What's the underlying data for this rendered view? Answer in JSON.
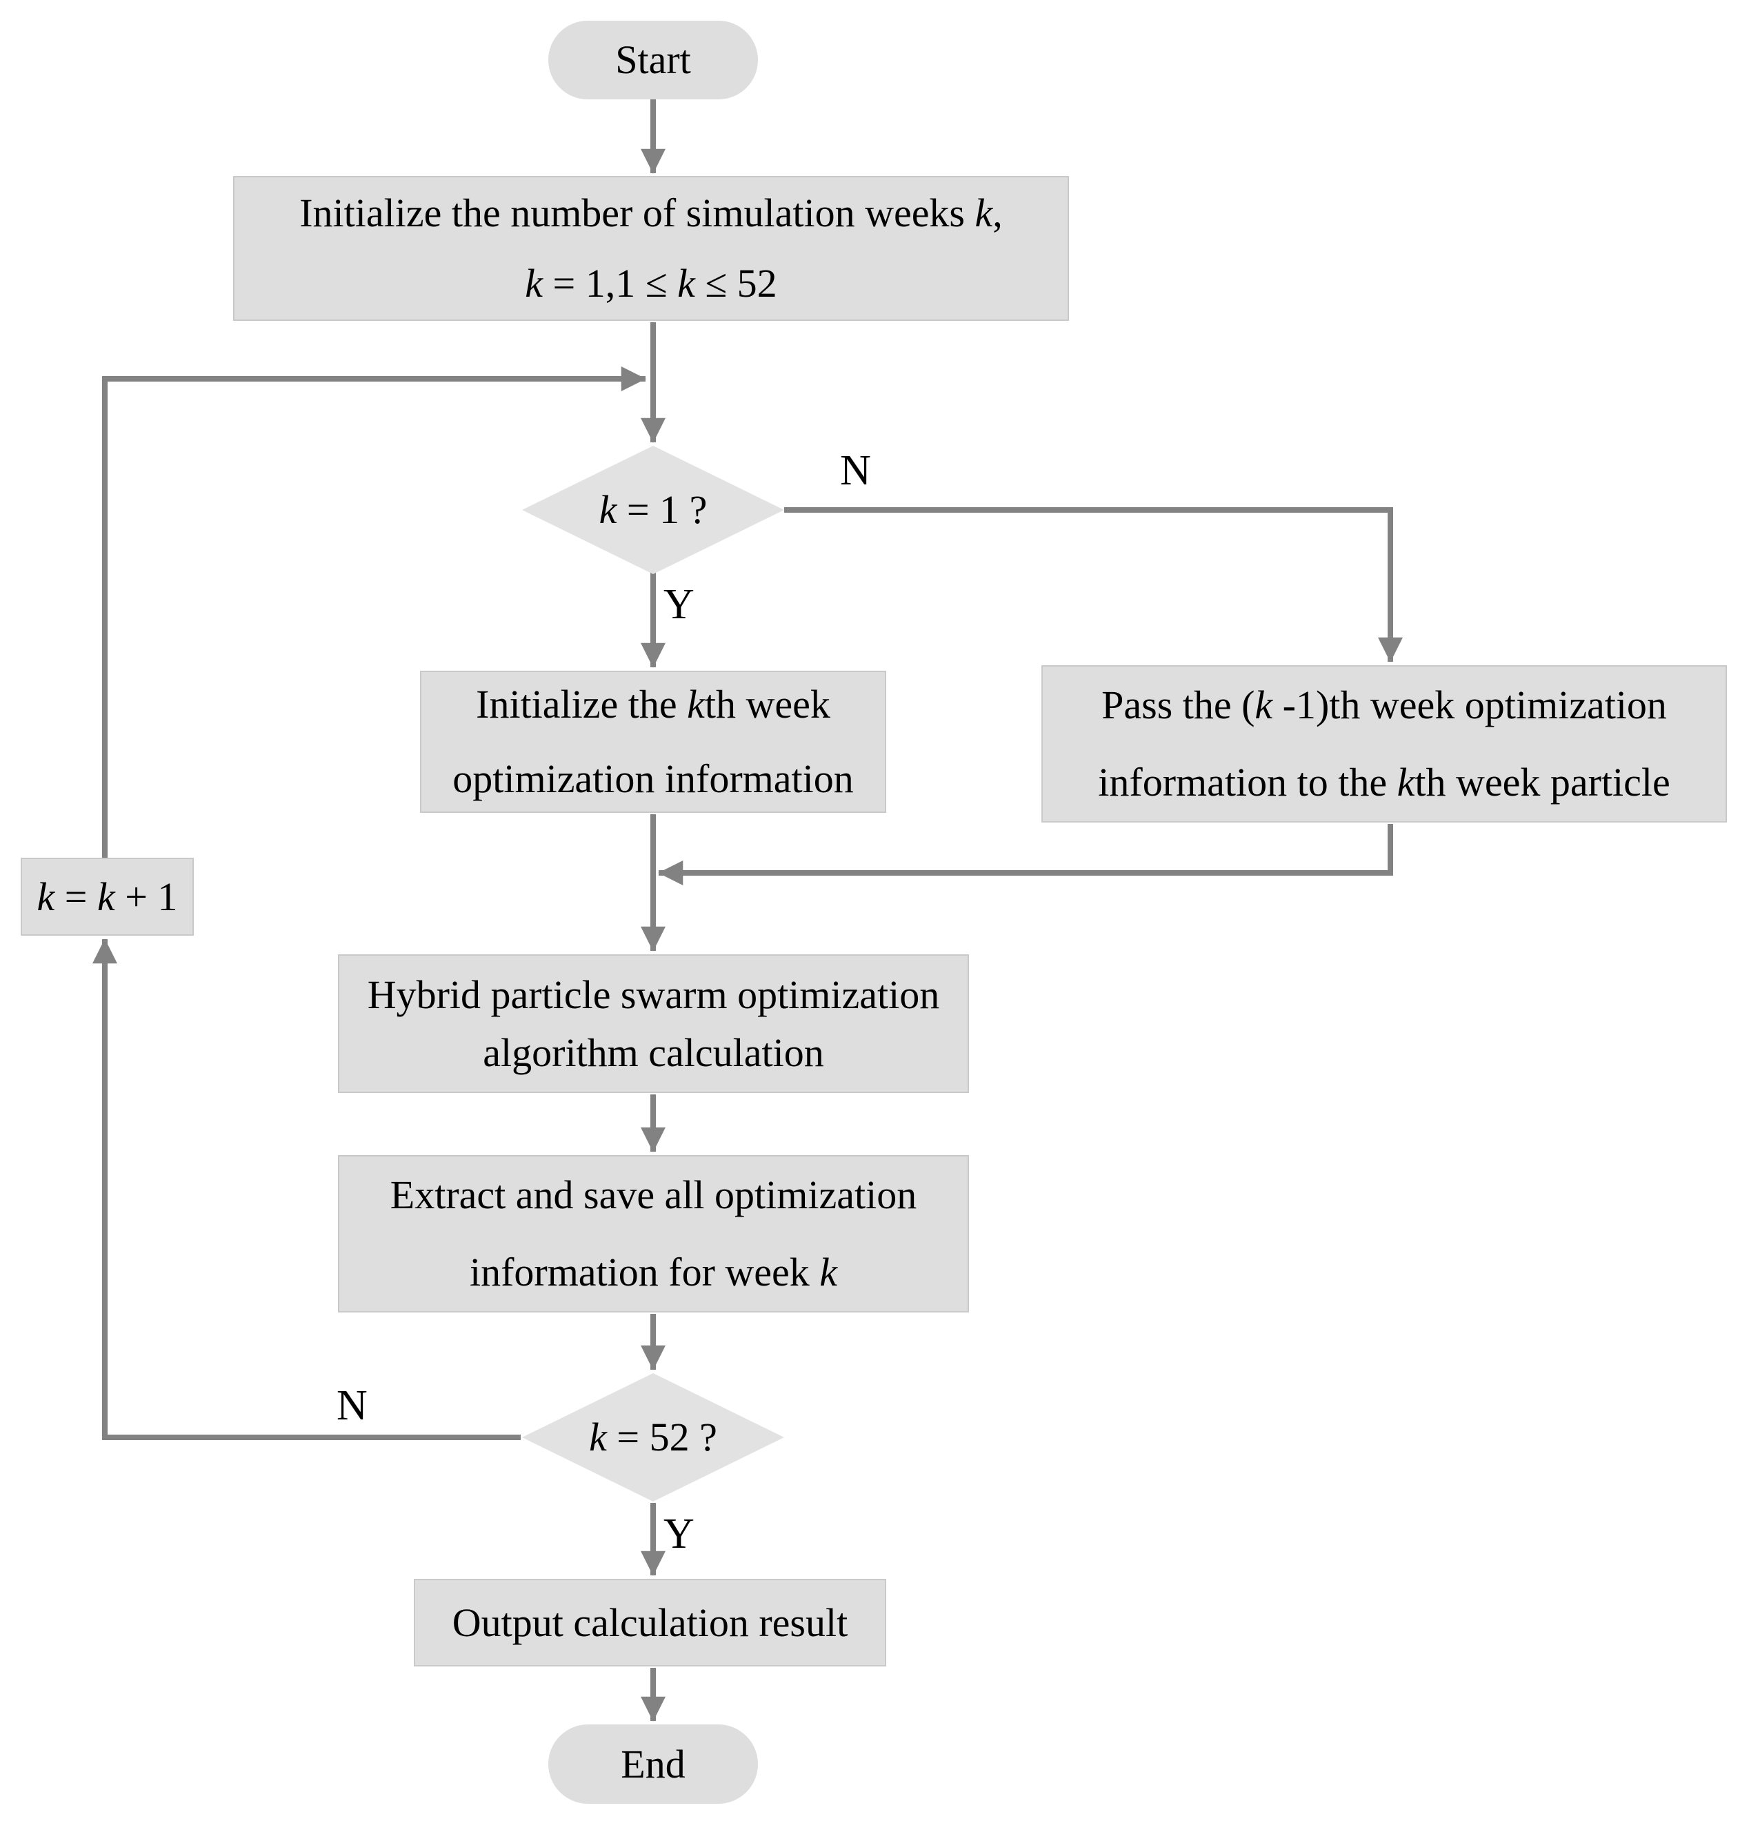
{
  "flowchart": {
    "nodes": {
      "start": {
        "type": "terminator",
        "label": "Start"
      },
      "init_weeks": {
        "type": "process",
        "lines": [
          "Initialize the number of simulation weeks *k*,",
          "*k* = 1,1 ≤ *k* ≤ 52"
        ]
      },
      "decision_k1": {
        "type": "decision",
        "label": "*k* = 1 ?"
      },
      "init_kth_week": {
        "type": "process",
        "lines": [
          "Initialize the *k*th week",
          "optimization information"
        ]
      },
      "pass_info": {
        "type": "process",
        "lines": [
          "Pass the (*k* -1)th week optimization",
          "information to the *k*th week particle"
        ]
      },
      "hybrid_pso": {
        "type": "process",
        "lines": [
          "Hybrid particle swarm optimization",
          "algorithm calculation"
        ]
      },
      "extract_save": {
        "type": "process",
        "lines": [
          "Extract and save all optimization",
          "information for week *k*"
        ]
      },
      "decision_k52": {
        "type": "decision",
        "label": "*k* = 52 ?"
      },
      "increment_k": {
        "type": "process",
        "label": "*k* = *k* + 1"
      },
      "output_result": {
        "type": "process",
        "label": "Output calculation result"
      },
      "end": {
        "type": "terminator",
        "label": "End"
      }
    },
    "edge_labels": {
      "k1_no": "N",
      "k1_yes": "Y",
      "k52_no": "N",
      "k52_yes": "Y"
    },
    "colors": {
      "background": "#ffffff",
      "node_fill": "#dedede",
      "node_border": "#c9c9c9",
      "diamond_fill": "#e2e2e2",
      "line": "#828282",
      "text": "#000000"
    }
  }
}
